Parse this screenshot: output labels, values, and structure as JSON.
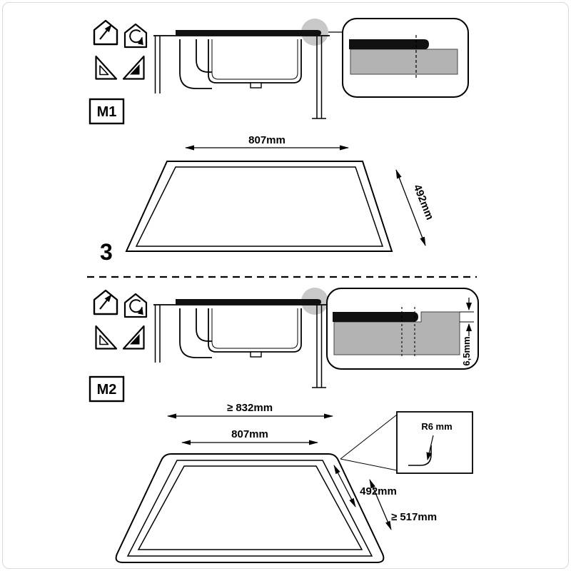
{
  "colors": {
    "line": "#000000",
    "countertop_gray": "#b3b3b3",
    "callout_gray": "#c8c8c8",
    "glass_black": "#111111",
    "background": "#ffffff"
  },
  "step": {
    "number": "3"
  },
  "m1": {
    "method_label": "M1",
    "icons": [
      "exhaust-air-mode",
      "recirculation-mode",
      "set-square",
      "set-square-solid"
    ],
    "dimensions": {
      "cutout_width": "807mm",
      "cutout_depth": "492mm"
    }
  },
  "m2": {
    "method_label": "M2",
    "icons": [
      "exhaust-air-mode",
      "recirculation-mode",
      "set-square",
      "set-square-solid"
    ],
    "dimensions": {
      "outer_cutout_width": "≥ 832mm",
      "inner_cutout_width": "807mm",
      "inner_cutout_depth": "492mm",
      "outer_cutout_depth": "≥ 517mm",
      "recess_depth": "6,5mm",
      "corner_radius": "R6 mm"
    }
  }
}
